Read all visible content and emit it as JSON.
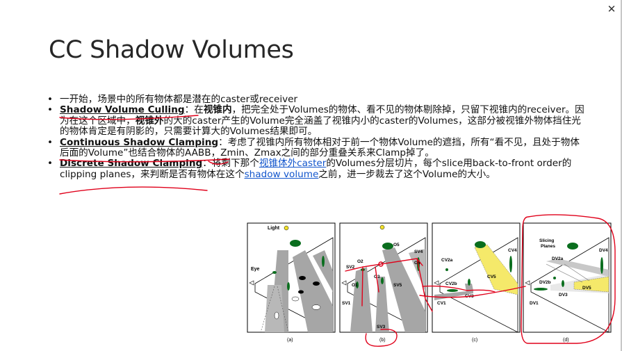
{
  "window": {
    "close_glyph": "✕"
  },
  "slide": {
    "title": "CC Shadow Volumes",
    "bullets": [
      {
        "text": "一开始，场景中的所有物体都是潜在的caster或receiver"
      },
      {
        "term": "Shadow Volume Culling",
        "sep": "：在",
        "bold1": "视锥内",
        "t1": "，把完全处于Volumes的物体、看不见的物体剔除掉，只留下视锥内的receiver。因为在这个区域中，",
        "bold2": "视锥外",
        "t2": "的大的caster产生的Volume完全涵盖了视锥内小的caster的Volumes，这部分被视锥外物体挡住光的物体肯定是有阴影的，只需要计算大的Volumes结果即可。"
      },
      {
        "term": "Continuous Shadow Clamping",
        "text": "：考虑了视锥内所有物体相对于前一个物体Volume的遮挡，所有“看不见，且处于物体后面的Volume”也结合物体的AABB，Zmin、Zmax之间的部分重叠关系来Clamp掉了。"
      },
      {
        "term": "Discrete Shadow Clamping",
        "t1": "：将剩下那个",
        "link1": "视锥体外caster",
        "t2": "的Volumes分层切片，每个slice用back-to-front order的clipping planes，来判断是否有物体在这个",
        "link2": "shadow volume",
        "t3": "之前，进一步裁去了这个Volume的大小。"
      }
    ]
  },
  "figure": {
    "panels": [
      {
        "caption": "(a)",
        "labels": {
          "light": "Light",
          "eye": "Eye"
        }
      },
      {
        "caption": "(b)",
        "labels": {
          "o5": "O5",
          "sv4": "SV4",
          "o4": "O4",
          "o2": "O2",
          "sv2": "SV2",
          "o1": "O1",
          "o3": "O3",
          "sv5": "SV5",
          "sv1": "SV1",
          "sv3": "SV3"
        }
      },
      {
        "caption": "(c)",
        "labels": {
          "cv4": "CV4",
          "cv2a": "CV2a",
          "cv5": "CV5",
          "cv2b": "CV2b",
          "cv3": "CV3",
          "cv1": "CV1"
        }
      },
      {
        "caption": "(d)",
        "labels": {
          "slicing": "Slicing",
          "planes": "Planes",
          "dv4": "DV4",
          "dv2a": "DV2a",
          "dv2b": "DV2b",
          "dv5": "DV5",
          "dv3": "DV3",
          "dv1": "DV1"
        }
      }
    ]
  },
  "colors": {
    "title": "#262626",
    "text": "#111111",
    "link": "#1155cc",
    "annotation": "#e0001a",
    "shadow": "#a6a6a6",
    "yellow": "#f5e96a",
    "object": "#0a6e1e"
  }
}
